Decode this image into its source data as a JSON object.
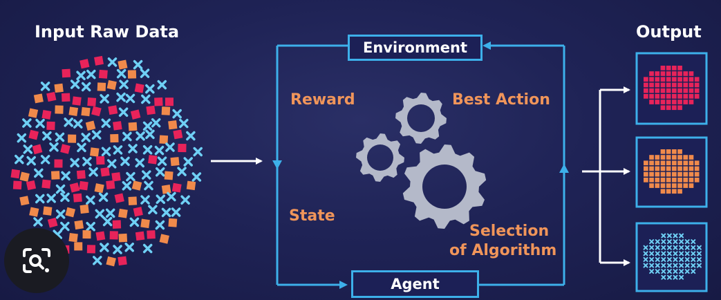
{
  "input": {
    "title": "Input Raw Data"
  },
  "output": {
    "title": "Output"
  },
  "process": {
    "environment": "Environment",
    "agent": "Agent",
    "reward": "Reward",
    "state": "State",
    "best_action": "Best Action",
    "selection_line1": "Selection",
    "selection_line2": "of Algorithm"
  },
  "colors": {
    "background": "#1e2150",
    "accent_blue": "#3db0ea",
    "label_orange": "#f0955a",
    "pink": "#e8235a",
    "orange": "#f08a4b",
    "light_blue": "#6fd0f5",
    "gear": "#b4b9c9"
  },
  "icons": [
    "gear-icon",
    "arrow-icon",
    "visual-search-icon"
  ]
}
